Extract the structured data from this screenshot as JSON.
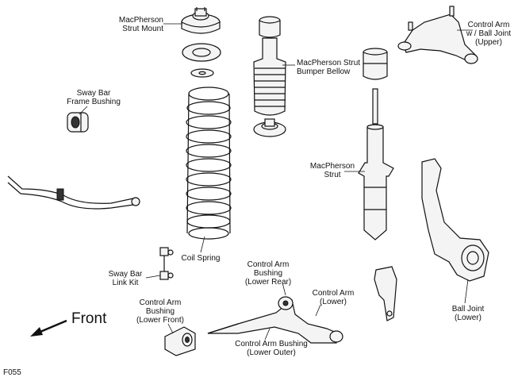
{
  "labels": {
    "strut_mount": [
      "MacPherson",
      "Strut Mount"
    ],
    "bumper_bellow": [
      "MacPherson Strut",
      "Bumper Bellow"
    ],
    "arm_upper": [
      "Control Arm",
      "w / Ball Joint",
      "(Upper)"
    ],
    "frame_bushing": [
      "Sway Bar",
      "Frame Bushing"
    ],
    "strut": [
      "MacPherson",
      "Strut"
    ],
    "coil_spring": [
      "Coil Spring"
    ],
    "link_kit": [
      "Sway Bar",
      "Link Kit"
    ],
    "bushing_lower_rear": [
      "Control Arm",
      "Bushing",
      "(Lower Rear)"
    ],
    "arm_lower": [
      "Control Arm",
      "(Lower)"
    ],
    "ball_joint_lower": [
      "Ball Joint",
      "(Lower)"
    ],
    "bushing_lower_front": [
      "Control Arm",
      "Bushing",
      "(Lower Front)"
    ],
    "bushing_lower_outer": [
      "Control Arm Bushing",
      "(Lower Outer)"
    ]
  },
  "front": "Front",
  "figure_code": "F055",
  "colors": {
    "ink": "#111111",
    "background": "#ffffff"
  }
}
